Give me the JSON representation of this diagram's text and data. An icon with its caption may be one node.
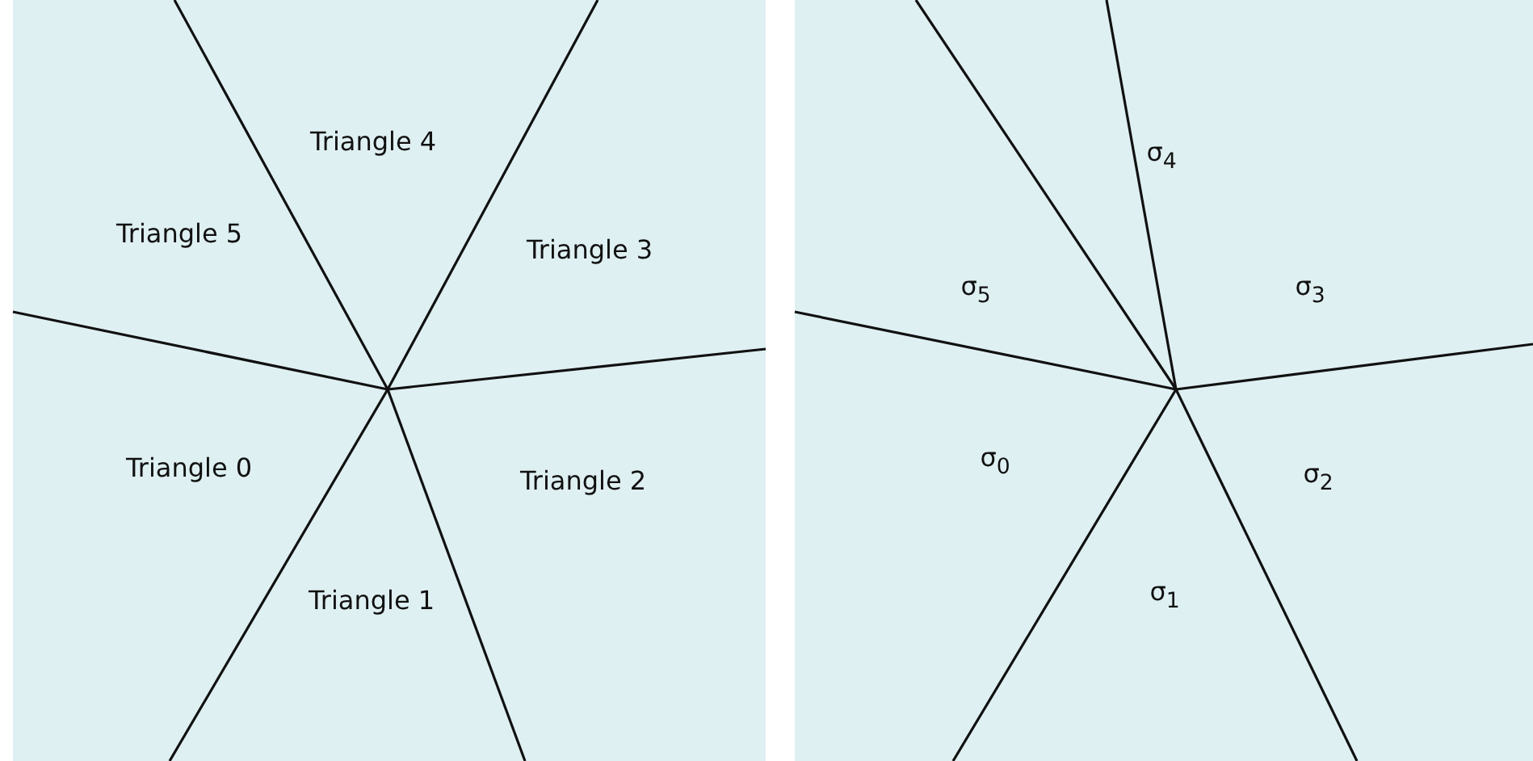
{
  "diagram": {
    "labels": [
      "Triangle 4",
      "Triangle 5",
      "Triangle 3",
      "Triangle 0",
      "Triangle 2",
      "Triangle 1",
      "σ$_{4}$",
      "σ$_{5}$",
      "σ$_{3}$",
      "σ$_{0}$",
      "σ$_{2}$",
      "σ$_{1}$"
    ]
  }
}
